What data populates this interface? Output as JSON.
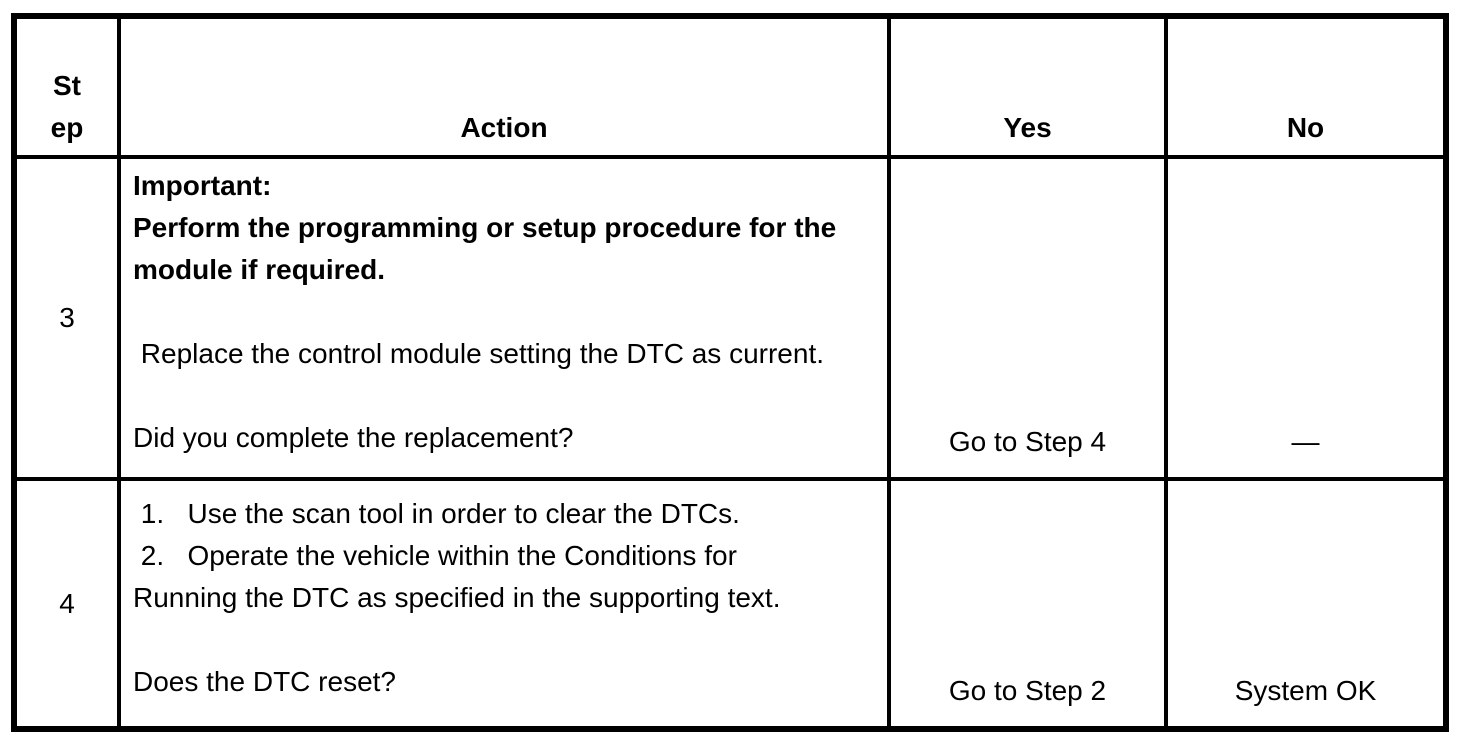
{
  "table": {
    "header": {
      "step": "St\nep",
      "action": "Action",
      "yes": "Yes",
      "no": "No"
    },
    "rows": [
      {
        "step": "3",
        "important": "Important:\nPerform the programming or setup procedure for the\nmodule if required.",
        "body": " Replace the control module setting the DTC as current.",
        "question": "Did you complete the replacement?",
        "yes": "Go to Step 4",
        "no": "—"
      },
      {
        "step": "4",
        "list": " 1.   Use the scan tool in order to clear the DTCs.\n 2.   Operate the vehicle within the Conditions for\nRunning the DTC as specified in the supporting text.",
        "question": "Does the DTC reset?",
        "yes": "Go to Step 2",
        "no": "System OK"
      }
    ]
  }
}
